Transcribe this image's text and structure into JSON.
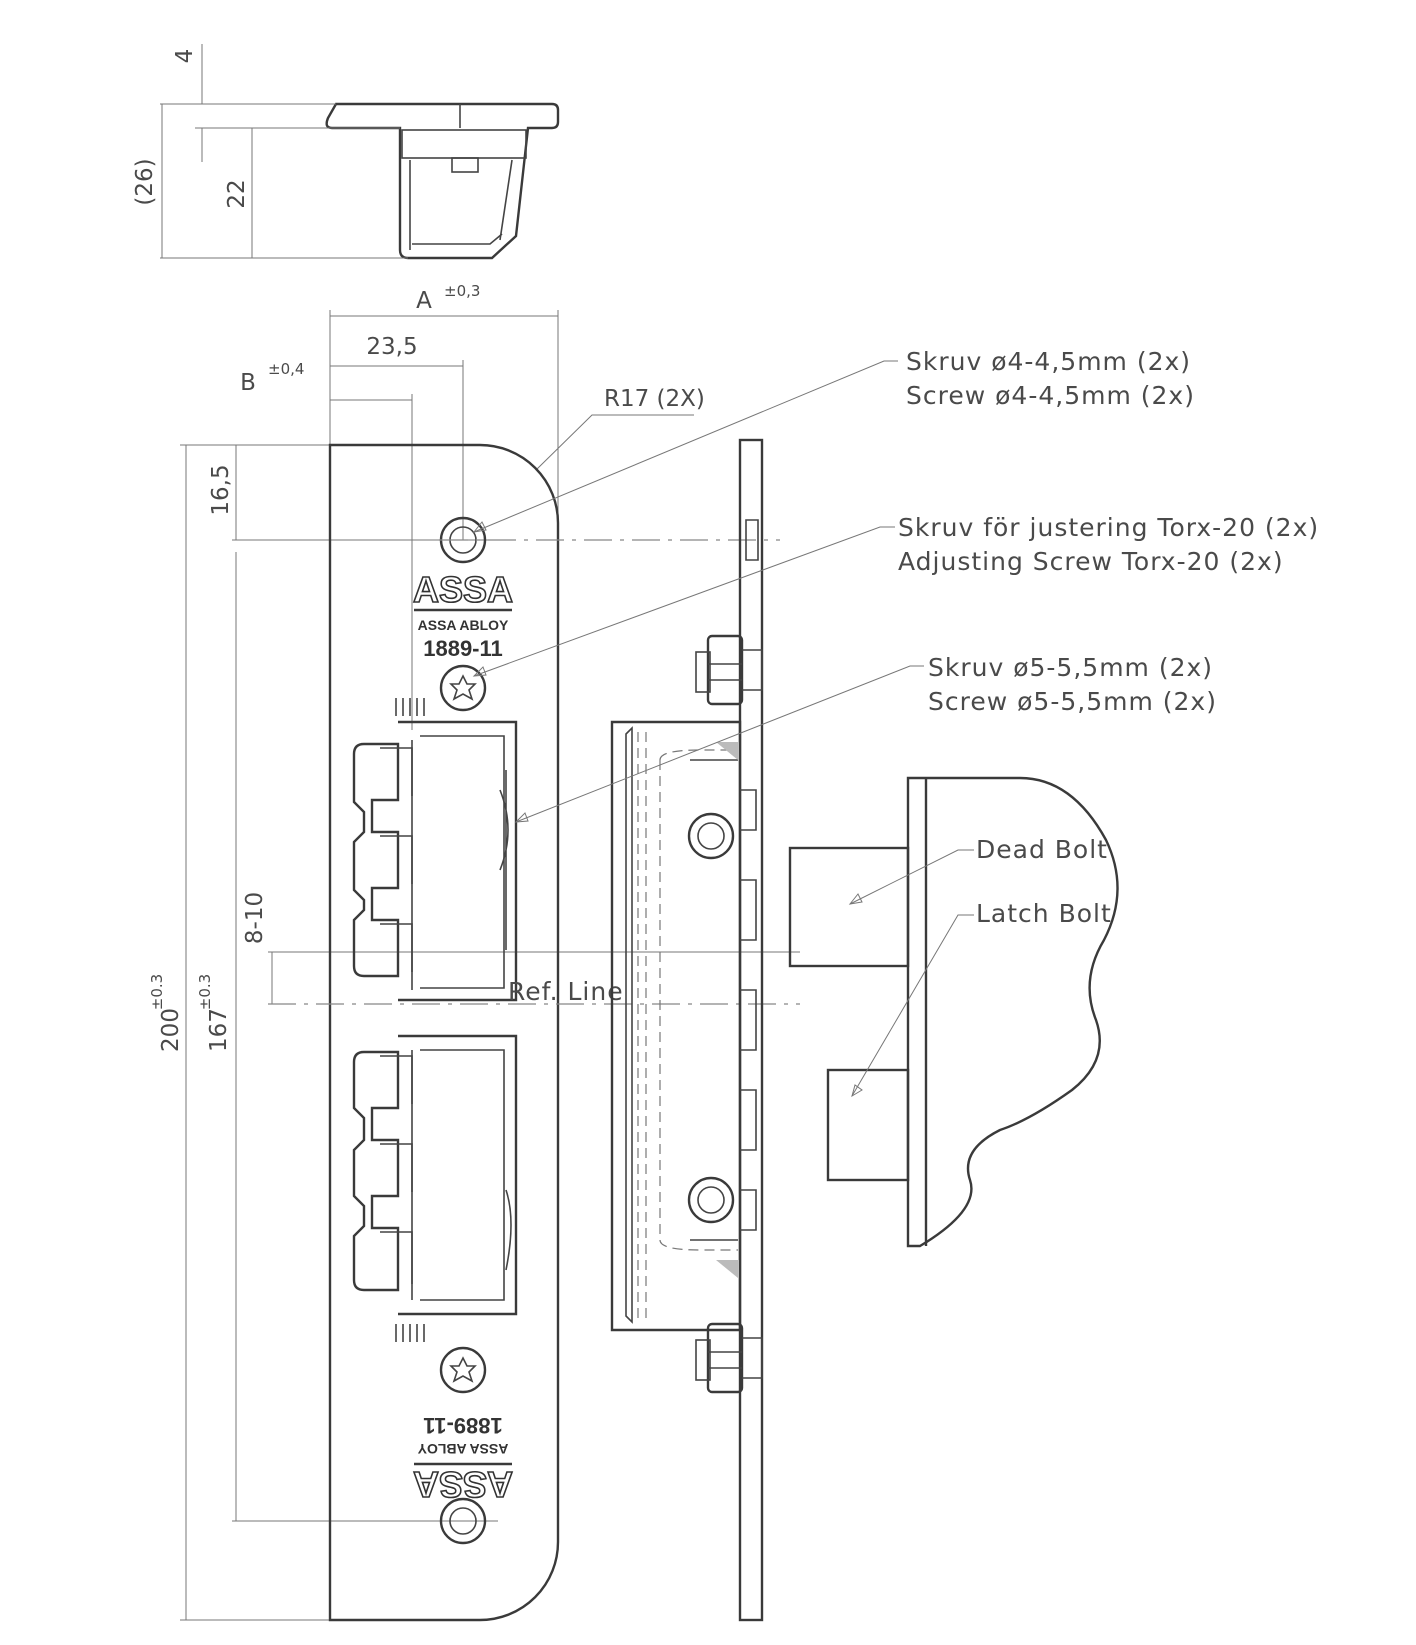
{
  "dimensions": {
    "top_4": "4",
    "top_26": "(26)",
    "top_22": "22",
    "width_A": "A",
    "width_A_tol": "±0,3",
    "width_23_5": "23,5",
    "offset_B": "B",
    "offset_B_tol": "±0,4",
    "radius": "R17 (2X)",
    "hole_offset": "16,5",
    "range_8_10": "8-10",
    "height_200": "200",
    "height_200_tol": "±0.3",
    "height_167": "167",
    "height_167_tol": "±0.3"
  },
  "annotations": {
    "screw_4_sv": "Skruv ø4-4,5mm (2x)",
    "screw_4_en": "Screw ø4-4,5mm (2x)",
    "adjust_sv": "Skruv för justering Torx-20 (2x)",
    "adjust_en": "Adjusting Screw Torx-20 (2x)",
    "screw_5_sv": "Skruv ø5-5,5mm (2x)",
    "screw_5_en": "Screw ø5-5,5mm (2x)",
    "dead_bolt": "Dead Bolt",
    "latch_bolt": "Latch Bolt",
    "ref_line": "Ref. Line"
  },
  "marking": {
    "brand": "ASSA",
    "sub_brand": "ASSA ABLOY",
    "model": "1889-11"
  }
}
